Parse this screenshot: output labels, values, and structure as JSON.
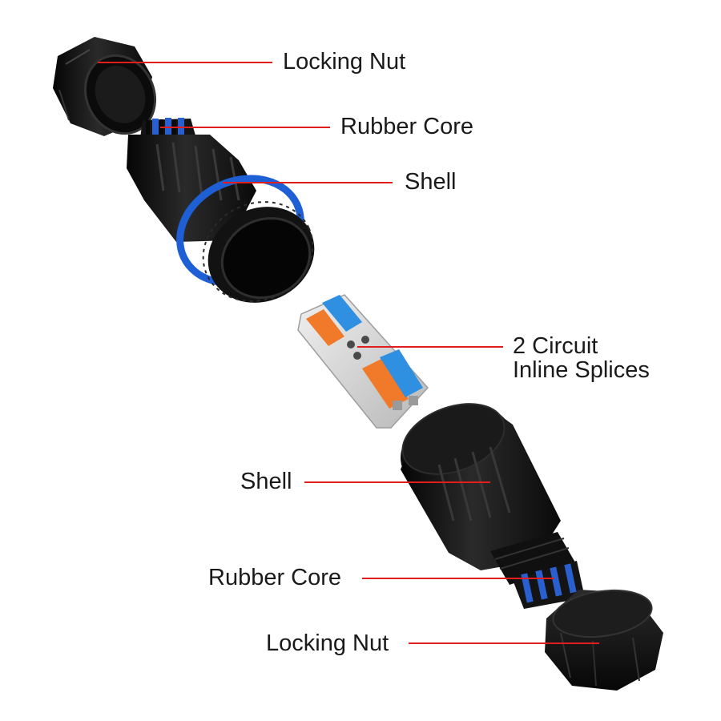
{
  "labels": {
    "top_locking_nut": "Locking Nut",
    "top_rubber_core": "Rubber Core",
    "top_shell": "Shell",
    "splice_line1": "2 Circuit",
    "splice_line2": "Inline Splices",
    "bottom_shell": "Shell",
    "bottom_rubber_core": "Rubber Core",
    "bottom_locking_nut": "Locking Nut"
  },
  "colors": {
    "leader_line": "#e11d1d",
    "part_body": "#151515",
    "seal_ring": "#1f5fd6",
    "splice_body": "#cfcfcf",
    "lever_orange": "#f07a2a",
    "lever_blue": "#2f8fe0"
  }
}
